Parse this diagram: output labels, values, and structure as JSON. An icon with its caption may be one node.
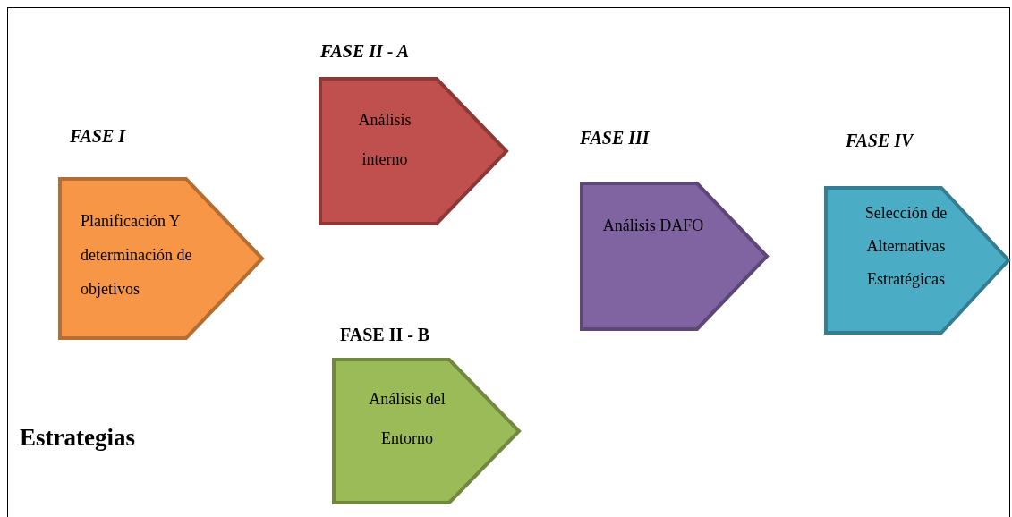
{
  "diagram": {
    "nodes": [
      {
        "text": [
          "FASE I",
          "Planificación Y determinación de objetivos"
        ]
      },
      {
        "text": [
          "FASE II - A",
          "Análisis interno"
        ]
      },
      {
        "text": [
          "FASE II - B",
          "Análisis del Entorno"
        ]
      },
      {
        "text": [
          "FASE III",
          "Análisis DAFO"
        ]
      },
      {
        "text": [
          "FASE IV",
          "Selección de Alternativas Estratégicas"
        ]
      }
    ],
    "labels": [
      "Estrategias"
    ]
  }
}
